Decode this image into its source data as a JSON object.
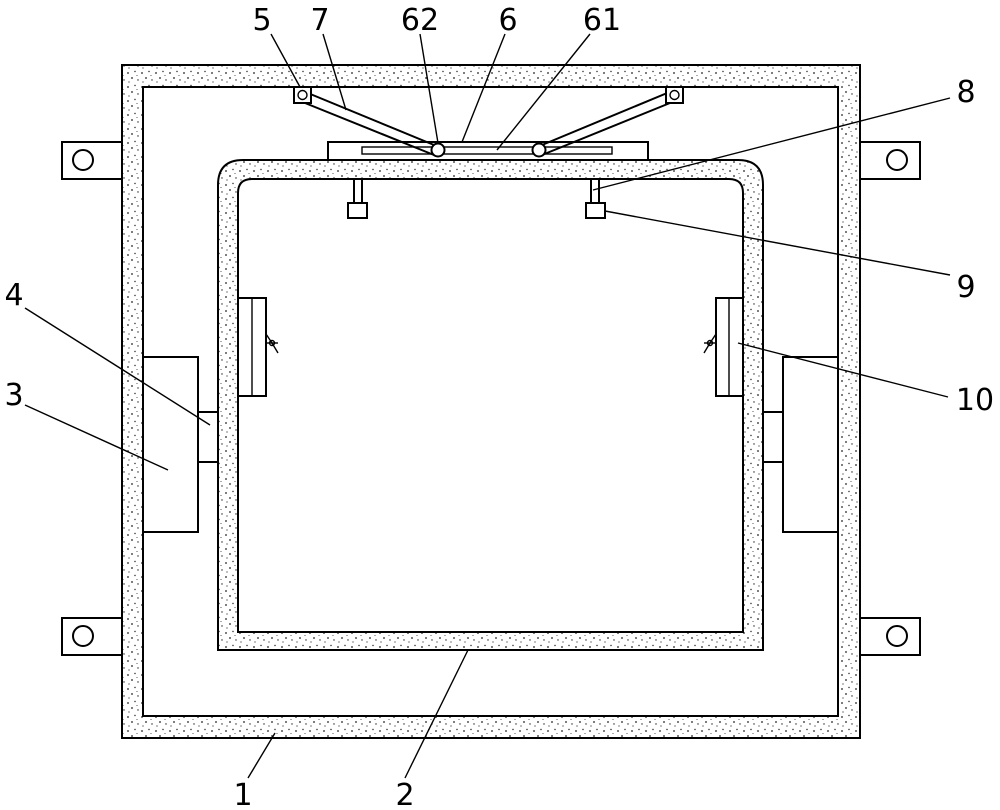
{
  "figure": {
    "labels": {
      "l1": "1",
      "l2": "2",
      "l3": "3",
      "l4": "4",
      "l5": "5",
      "l6": "6",
      "l61": "61",
      "l62": "62",
      "l7": "7",
      "l8": "8",
      "l9": "9",
      "l10": "10"
    }
  }
}
